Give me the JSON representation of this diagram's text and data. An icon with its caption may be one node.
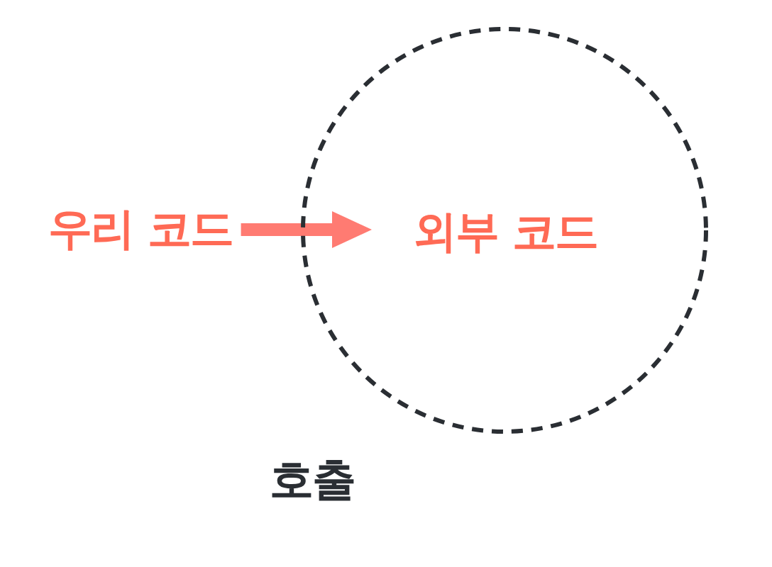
{
  "diagram": {
    "nodes": [
      {
        "text": [
          "우리 코드"
        ]
      },
      {
        "text": [
          "외부 코드"
        ]
      }
    ],
    "edges": [
      {
        "from": 0,
        "to": 1,
        "arrow": "to"
      }
    ],
    "labels": [
      "호출"
    ]
  }
}
